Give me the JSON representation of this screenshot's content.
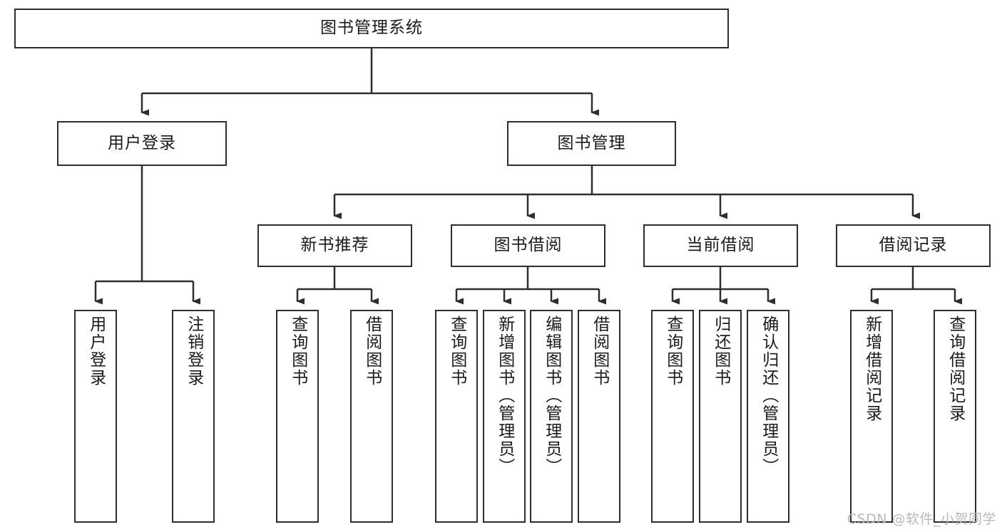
{
  "diagram": {
    "title": "图书管理系统",
    "type": "tree",
    "colors": {
      "stroke": "#2e2e2e",
      "fill": "#ffffff",
      "text": "#1a1a1a",
      "watermark": "#b9b9b9"
    },
    "root": {
      "label": "图书管理系统"
    },
    "level2": [
      {
        "label": "用户登录"
      },
      {
        "label": "图书管理"
      }
    ],
    "level3": [
      {
        "label": "新书推荐"
      },
      {
        "label": "图书借阅"
      },
      {
        "label": "当前借阅"
      },
      {
        "label": "借阅记录"
      }
    ],
    "leaves": {
      "user_login": [
        {
          "label": "用户登录"
        },
        {
          "label": "注销登录"
        }
      ],
      "new_book_recommend": [
        {
          "label": "查询图书"
        },
        {
          "label": "借阅图书"
        }
      ],
      "book_borrow": [
        {
          "label": "查询图书"
        },
        {
          "label": "新增图书（管理员）"
        },
        {
          "label": "编辑图书（管理员）"
        },
        {
          "label": "借阅图书"
        }
      ],
      "current_borrow": [
        {
          "label": "查询图书"
        },
        {
          "label": "归还图书"
        },
        {
          "label": "确认归还（管理员）"
        }
      ],
      "borrow_record": [
        {
          "label": "新增借阅记录"
        },
        {
          "label": "查询借阅记录"
        }
      ]
    },
    "watermark": "CSDN @软件_小贺同学"
  }
}
